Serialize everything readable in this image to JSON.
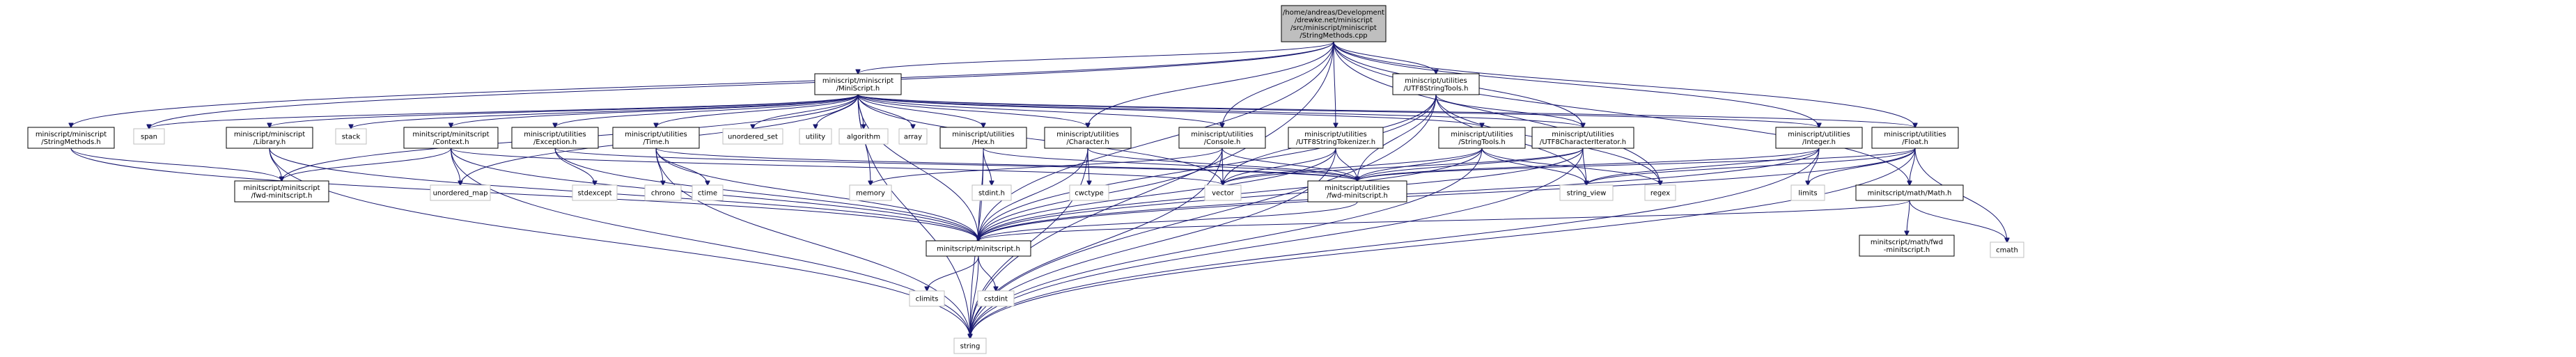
{
  "graph": {
    "root": "root",
    "nodes": [
      {
        "id": "root",
        "kind": "root",
        "lines": [
          "/home/andreas/Development",
          "/drewke.net/miniscript",
          "/src/miniscript/miniscript",
          "/StringMethods.cpp"
        ]
      },
      {
        "id": "MiniScript_h",
        "kind": "internal",
        "lines": [
          "miniscript/miniscript",
          "/MiniScript.h"
        ]
      },
      {
        "id": "UTF8StringTools_h",
        "kind": "internal",
        "lines": [
          "miniscript/utilities",
          "/UTF8StringTools.h"
        ]
      },
      {
        "id": "StringMethods_h",
        "kind": "internal",
        "lines": [
          "miniscript/miniscript",
          "/StringMethods.h"
        ]
      },
      {
        "id": "span",
        "kind": "system",
        "lines": [
          "span"
        ]
      },
      {
        "id": "Library_h",
        "kind": "internal",
        "lines": [
          "miniscript/miniscript",
          "/Library.h"
        ]
      },
      {
        "id": "stack",
        "kind": "system",
        "lines": [
          "stack"
        ]
      },
      {
        "id": "Context_h",
        "kind": "internal",
        "lines": [
          "minitscript/minitscript",
          "/Context.h"
        ]
      },
      {
        "id": "Exception_h",
        "kind": "internal",
        "lines": [
          "miniscript/utilities",
          "/Exception.h"
        ]
      },
      {
        "id": "Time_h",
        "kind": "internal",
        "lines": [
          "miniscript/utilities",
          "/Time.h"
        ]
      },
      {
        "id": "unordered_set",
        "kind": "system",
        "lines": [
          "unordered_set"
        ]
      },
      {
        "id": "utility",
        "kind": "system",
        "lines": [
          "utility"
        ]
      },
      {
        "id": "algorithm",
        "kind": "system",
        "lines": [
          "algorithm"
        ]
      },
      {
        "id": "array",
        "kind": "system",
        "lines": [
          "array"
        ]
      },
      {
        "id": "Hex_h",
        "kind": "internal",
        "lines": [
          "miniscript/utilities",
          "/Hex.h"
        ]
      },
      {
        "id": "Character_h",
        "kind": "internal",
        "lines": [
          "miniscript/utilities",
          "/Character.h"
        ]
      },
      {
        "id": "Console_h",
        "kind": "internal",
        "lines": [
          "miniscript/utilities",
          "/Console.h"
        ]
      },
      {
        "id": "UTF8StringTokenizer_h",
        "kind": "internal",
        "lines": [
          "miniscript/utilities",
          "/UTF8StringTokenizer.h"
        ]
      },
      {
        "id": "StringTools_h",
        "kind": "internal",
        "lines": [
          "miniscript/utilities",
          "/StringTools.h"
        ]
      },
      {
        "id": "UTF8CharacterIterator_h",
        "kind": "internal",
        "lines": [
          "miniscript/utilities",
          "/UTF8CharacterIterator.h"
        ]
      },
      {
        "id": "Integer_h",
        "kind": "internal",
        "lines": [
          "miniscript/utilities",
          "/Integer.h"
        ]
      },
      {
        "id": "Float_h",
        "kind": "internal",
        "lines": [
          "miniscript/utilities",
          "/Float.h"
        ]
      },
      {
        "id": "fwd_minitscript_h_mini",
        "kind": "internal",
        "lines": [
          "minitscript/minitscript",
          "/fwd-minitscript.h"
        ]
      },
      {
        "id": "unordered_map",
        "kind": "system",
        "lines": [
          "unordered_map"
        ]
      },
      {
        "id": "stdexcept",
        "kind": "system",
        "lines": [
          "stdexcept"
        ]
      },
      {
        "id": "chrono",
        "kind": "system",
        "lines": [
          "chrono"
        ]
      },
      {
        "id": "ctime",
        "kind": "system",
        "lines": [
          "ctime"
        ]
      },
      {
        "id": "memory",
        "kind": "system",
        "lines": [
          "memory"
        ]
      },
      {
        "id": "stdint_h",
        "kind": "system",
        "lines": [
          "stdint.h"
        ]
      },
      {
        "id": "cwctype",
        "kind": "system",
        "lines": [
          "cwctype"
        ]
      },
      {
        "id": "vector",
        "kind": "system",
        "lines": [
          "vector"
        ]
      },
      {
        "id": "fwd_minitscript_h_util",
        "kind": "internal",
        "lines": [
          "minitscript/utilities",
          "/fwd-minitscript.h"
        ]
      },
      {
        "id": "string_view",
        "kind": "system",
        "lines": [
          "string_view"
        ]
      },
      {
        "id": "regex",
        "kind": "system",
        "lines": [
          "regex"
        ]
      },
      {
        "id": "limits",
        "kind": "system",
        "lines": [
          "limits"
        ]
      },
      {
        "id": "Math_h",
        "kind": "internal",
        "lines": [
          "minitscript/math/Math.h"
        ]
      },
      {
        "id": "cmath",
        "kind": "system",
        "lines": [
          "cmath"
        ]
      },
      {
        "id": "minitscript_h",
        "kind": "internal",
        "lines": [
          "minitscript/minitscript.h"
        ]
      },
      {
        "id": "math_fwd_h",
        "kind": "internal",
        "lines": [
          "minitscript/math/fwd",
          "-minitscript.h"
        ]
      },
      {
        "id": "climits",
        "kind": "system",
        "lines": [
          "climits"
        ]
      },
      {
        "id": "cstdint",
        "kind": "system",
        "lines": [
          "cstdint"
        ]
      },
      {
        "id": "string",
        "kind": "system",
        "lines": [
          "string"
        ]
      }
    ],
    "edges": [
      [
        "root",
        "MiniScript_h"
      ],
      [
        "root",
        "UTF8StringTools_h"
      ],
      [
        "root",
        "StringMethods_h"
      ],
      [
        "root",
        "span"
      ],
      [
        "root",
        "Character_h"
      ],
      [
        "root",
        "Console_h"
      ],
      [
        "root",
        "UTF8StringTokenizer_h"
      ],
      [
        "root",
        "UTF8CharacterIterator_h"
      ],
      [
        "root",
        "Integer_h"
      ],
      [
        "root",
        "Float_h"
      ],
      [
        "root",
        "Math_h"
      ],
      [
        "root",
        "minitscript_h"
      ],
      [
        "root",
        "string"
      ],
      [
        "root",
        "regex"
      ],
      [
        "MiniScript_h",
        "span"
      ],
      [
        "MiniScript_h",
        "Library_h"
      ],
      [
        "MiniScript_h",
        "stack"
      ],
      [
        "MiniScript_h",
        "Context_h"
      ],
      [
        "MiniScript_h",
        "Exception_h"
      ],
      [
        "MiniScript_h",
        "Time_h"
      ],
      [
        "MiniScript_h",
        "unordered_set"
      ],
      [
        "MiniScript_h",
        "utility"
      ],
      [
        "MiniScript_h",
        "algorithm"
      ],
      [
        "MiniScript_h",
        "array"
      ],
      [
        "MiniScript_h",
        "Hex_h"
      ],
      [
        "MiniScript_h",
        "Character_h"
      ],
      [
        "MiniScript_h",
        "Console_h"
      ],
      [
        "MiniScript_h",
        "StringTools_h"
      ],
      [
        "MiniScript_h",
        "UTF8CharacterIterator_h"
      ],
      [
        "MiniScript_h",
        "Integer_h"
      ],
      [
        "MiniScript_h",
        "Float_h"
      ],
      [
        "MiniScript_h",
        "fwd_minitscript_h_mini"
      ],
      [
        "MiniScript_h",
        "unordered_map"
      ],
      [
        "MiniScript_h",
        "memory"
      ],
      [
        "MiniScript_h",
        "vector"
      ],
      [
        "MiniScript_h",
        "minitscript_h"
      ],
      [
        "MiniScript_h",
        "string"
      ],
      [
        "UTF8StringTools_h",
        "UTF8CharacterIterator_h"
      ],
      [
        "UTF8StringTools_h",
        "fwd_minitscript_h_util"
      ],
      [
        "UTF8StringTools_h",
        "string_view"
      ],
      [
        "UTF8StringTools_h",
        "regex"
      ],
      [
        "UTF8StringTools_h",
        "vector"
      ],
      [
        "UTF8StringTools_h",
        "minitscript_h"
      ],
      [
        "UTF8StringTools_h",
        "string"
      ],
      [
        "StringMethods_h",
        "fwd_minitscript_h_mini"
      ],
      [
        "StringMethods_h",
        "minitscript_h"
      ],
      [
        "Library_h",
        "fwd_minitscript_h_mini"
      ],
      [
        "Library_h",
        "minitscript_h"
      ],
      [
        "Library_h",
        "string"
      ],
      [
        "Context_h",
        "fwd_minitscript_h_mini"
      ],
      [
        "Context_h",
        "unordered_map"
      ],
      [
        "Context_h",
        "vector"
      ],
      [
        "Context_h",
        "minitscript_h"
      ],
      [
        "Context_h",
        "string"
      ],
      [
        "Exception_h",
        "stdexcept"
      ],
      [
        "Exception_h",
        "minitscript_h"
      ],
      [
        "Exception_h",
        "fwd_minitscript_h_util"
      ],
      [
        "Time_h",
        "chrono"
      ],
      [
        "Time_h",
        "ctime"
      ],
      [
        "Time_h",
        "minitscript_h"
      ],
      [
        "Time_h",
        "fwd_minitscript_h_util"
      ],
      [
        "Time_h",
        "string"
      ],
      [
        "Hex_h",
        "stdint_h"
      ],
      [
        "Hex_h",
        "minitscript_h"
      ],
      [
        "Hex_h",
        "fwd_minitscript_h_util"
      ],
      [
        "Hex_h",
        "string"
      ],
      [
        "Character_h",
        "cwctype"
      ],
      [
        "Character_h",
        "minitscript_h"
      ],
      [
        "Character_h",
        "fwd_minitscript_h_util"
      ],
      [
        "Character_h",
        "string"
      ],
      [
        "Console_h",
        "memory"
      ],
      [
        "Console_h",
        "vector"
      ],
      [
        "Console_h",
        "minitscript_h"
      ],
      [
        "Console_h",
        "fwd_minitscript_h_util"
      ],
      [
        "Console_h",
        "string"
      ],
      [
        "UTF8StringTokenizer_h",
        "vector"
      ],
      [
        "UTF8StringTokenizer_h",
        "minitscript_h"
      ],
      [
        "UTF8StringTokenizer_h",
        "fwd_minitscript_h_util"
      ],
      [
        "UTF8StringTokenizer_h",
        "string"
      ],
      [
        "StringTools_h",
        "string_view"
      ],
      [
        "StringTools_h",
        "regex"
      ],
      [
        "StringTools_h",
        "vector"
      ],
      [
        "StringTools_h",
        "minitscript_h"
      ],
      [
        "StringTools_h",
        "fwd_minitscript_h_util"
      ],
      [
        "StringTools_h",
        "string"
      ],
      [
        "UTF8CharacterIterator_h",
        "vector"
      ],
      [
        "UTF8CharacterIterator_h",
        "minitscript_h"
      ],
      [
        "UTF8CharacterIterator_h",
        "fwd_minitscript_h_util"
      ],
      [
        "UTF8CharacterIterator_h",
        "string"
      ],
      [
        "UTF8CharacterIterator_h",
        "string_view"
      ],
      [
        "Integer_h",
        "string_view"
      ],
      [
        "Integer_h",
        "minitscript_h"
      ],
      [
        "Integer_h",
        "fwd_minitscript_h_util"
      ],
      [
        "Integer_h",
        "limits"
      ],
      [
        "Integer_h",
        "string"
      ],
      [
        "Float_h",
        "Math_h"
      ],
      [
        "Float_h",
        "limits"
      ],
      [
        "Float_h",
        "minitscript_h"
      ],
      [
        "Float_h",
        "string_view"
      ],
      [
        "Float_h",
        "cmath"
      ],
      [
        "Float_h",
        "fwd_minitscript_h_util"
      ],
      [
        "Float_h",
        "string"
      ],
      [
        "Math_h",
        "math_fwd_h"
      ],
      [
        "Math_h",
        "cmath"
      ],
      [
        "Math_h",
        "minitscript_h"
      ],
      [
        "fwd_minitscript_h_util",
        "minitscript_h"
      ],
      [
        "minitscript_h",
        "climits"
      ],
      [
        "minitscript_h",
        "cstdint"
      ],
      [
        "minitscript_h",
        "string"
      ]
    ]
  }
}
